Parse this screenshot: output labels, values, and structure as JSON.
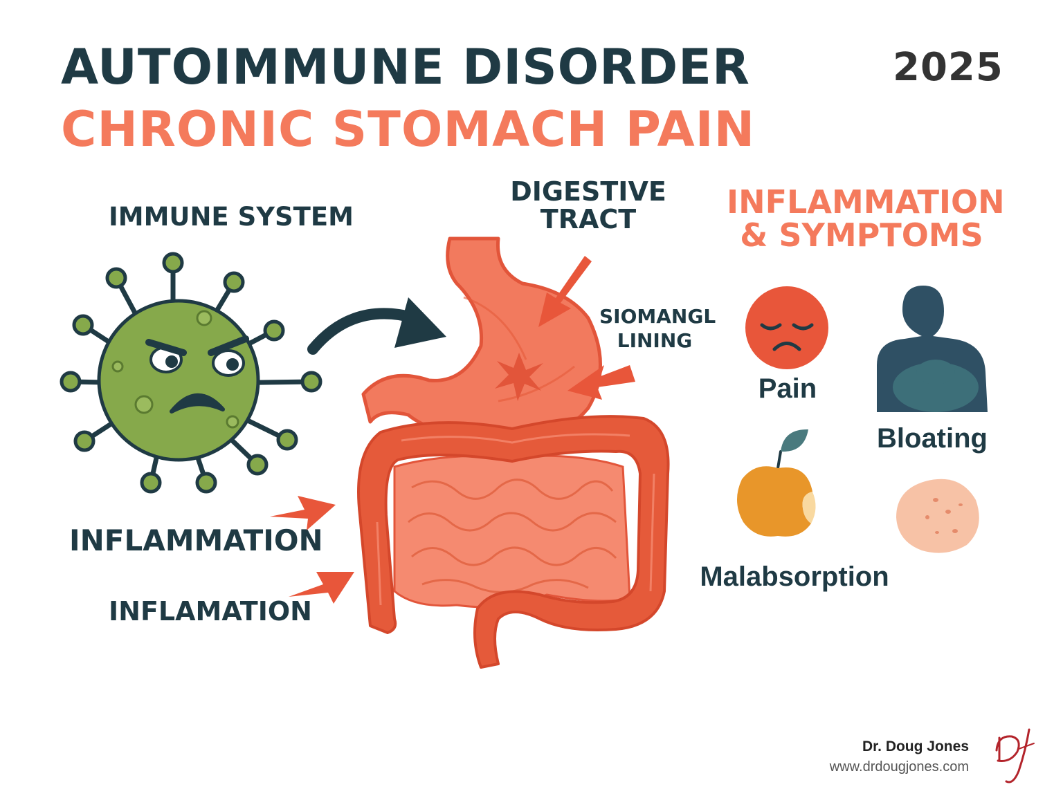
{
  "header": {
    "title_line1": "AUTOIMMUNE DISORDER",
    "title_line2": "CHRONIC STOMACH PAIN",
    "year": "2025"
  },
  "labels": {
    "immune_system": "IMMUNE SYSTEM",
    "digestive_tract_line1": "DIGESTIVE",
    "digestive_tract_line2": "TRACT",
    "lining_line1": "SIOMANGL",
    "lining_line2": "LINING",
    "inflammation_1": "INFLAMMATION",
    "inflammation_2": "INFLAMATION"
  },
  "symptoms": {
    "heading_line1": "INFLAMMATION",
    "heading_line2": "& SYMPTOMS",
    "items": [
      {
        "label": "Pain",
        "icon": "sad-face-icon"
      },
      {
        "label": "Bloating",
        "icon": "person-silhouette-icon"
      },
      {
        "label": "Malabsorption",
        "icon": "bitten-apple-icon"
      },
      {
        "label": "",
        "icon": "skin-patch-icon"
      }
    ]
  },
  "footer": {
    "author": "Dr. Doug Jones",
    "website": "www.drdougjones.com"
  },
  "colors": {
    "dark": "#1f3a44",
    "coral": "#f47a5c",
    "virus_green": "#86a94b",
    "organ_red": "#e55a3a",
    "stomach": "#f27a5e"
  }
}
